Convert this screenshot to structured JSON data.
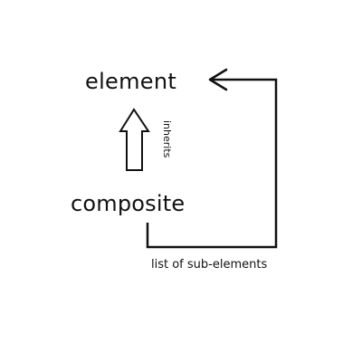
{
  "nodes": {
    "element": "element",
    "composite": "composite"
  },
  "edges": {
    "inheritance_label": "inherits",
    "composition_label": "list of sub-elements"
  },
  "colors": {
    "stroke": "#111111",
    "arrow_fill": "#ffffff",
    "background": "#ffffff"
  }
}
